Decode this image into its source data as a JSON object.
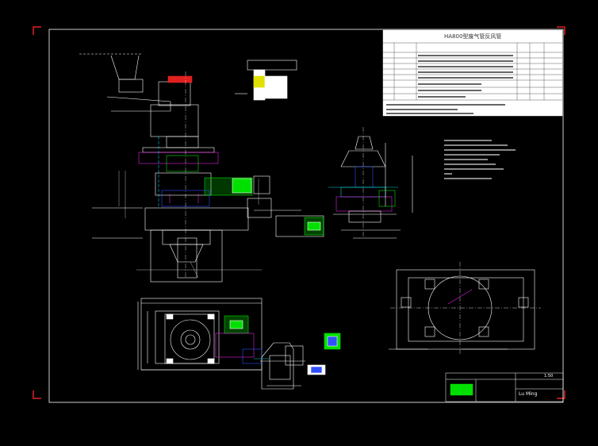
{
  "title_block": {
    "table_title": "HA800型废气管反风管",
    "scale_label": "1:50",
    "sign": "Lu Ming"
  },
  "colors": {
    "background": "#000000",
    "frame": "#ffffff",
    "corner_marks": "#e02020",
    "green": "#00e000",
    "magenta": "#e020e0",
    "cyan": "#00d0d0",
    "yellow": "#e0e000",
    "blue": "#3050ff",
    "red": "#ff2020"
  },
  "icons": [
    "top-view-drawing",
    "side-elevation-drawing",
    "plan-view-drawing",
    "detail-section-drawing"
  ]
}
